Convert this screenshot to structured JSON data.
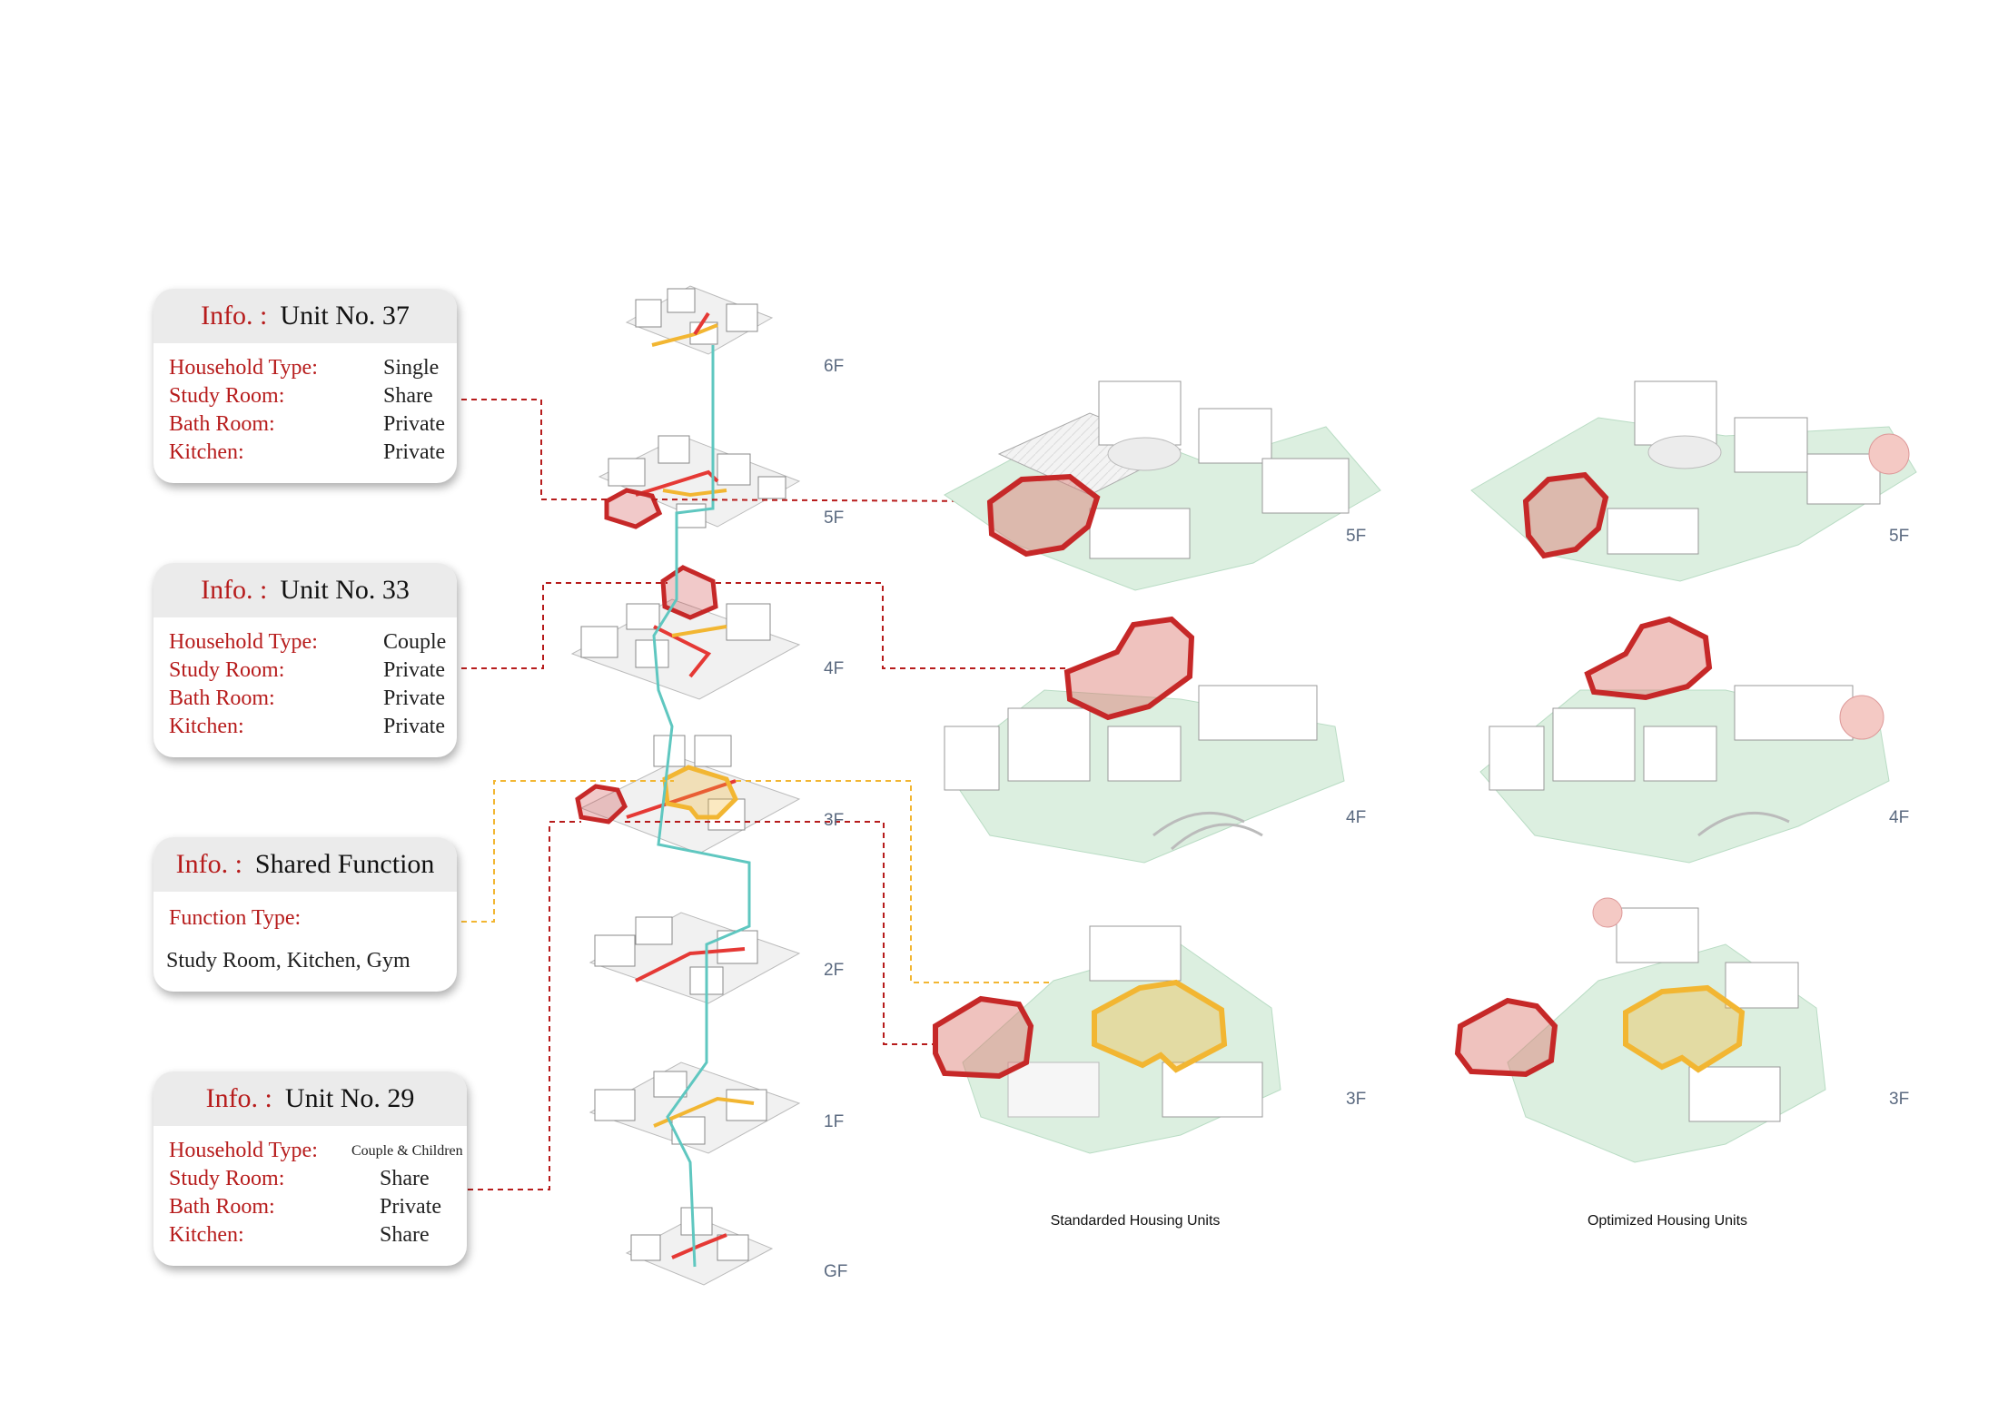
{
  "cards": [
    {
      "id": "unit-37",
      "tag": "Info. :",
      "title": "Unit No. 37",
      "rows": [
        {
          "key": "Household Type:",
          "value": "Single"
        },
        {
          "key": "Study Room:",
          "value": "Share"
        },
        {
          "key": "Bath Room:",
          "value": "Private"
        },
        {
          "key": "Kitchen:",
          "value": "Private"
        }
      ]
    },
    {
      "id": "unit-33",
      "tag": "Info. :",
      "title": "Unit No. 33",
      "rows": [
        {
          "key": "Household Type:",
          "value": "Couple"
        },
        {
          "key": "Study Room:",
          "value": "Private"
        },
        {
          "key": "Bath Room:",
          "value": "Private"
        },
        {
          "key": "Kitchen:",
          "value": "Private"
        }
      ]
    },
    {
      "id": "shared-function",
      "tag": "Info. :",
      "title": "Shared Function",
      "function_label": "Function Type:",
      "function_value": "Study Room, Kitchen, Gym"
    },
    {
      "id": "unit-29",
      "tag": "Info. :",
      "title": "Unit No. 29",
      "rows": [
        {
          "key": "Household Type:",
          "value": "Couple & Children"
        },
        {
          "key": "Study Room:",
          "value": "Share"
        },
        {
          "key": "Bath Room:",
          "value": "Private"
        },
        {
          "key": "Kitchen:",
          "value": "Share"
        }
      ]
    }
  ],
  "stack_floors": [
    "6F",
    "5F",
    "4F",
    "3F",
    "2F",
    "1F",
    "GF"
  ],
  "standard_floors": [
    "5F",
    "4F",
    "3F"
  ],
  "optimized_floors": [
    "5F",
    "4F",
    "3F"
  ],
  "captions": {
    "standard": "Standarded Housing Units",
    "optimized": "Optimized Housing Units"
  },
  "colors": {
    "unit_highlight": "#c62828",
    "shared_highlight": "#f2b632",
    "circulation": "#5fc7c0",
    "label_red": "#b71c1c"
  }
}
